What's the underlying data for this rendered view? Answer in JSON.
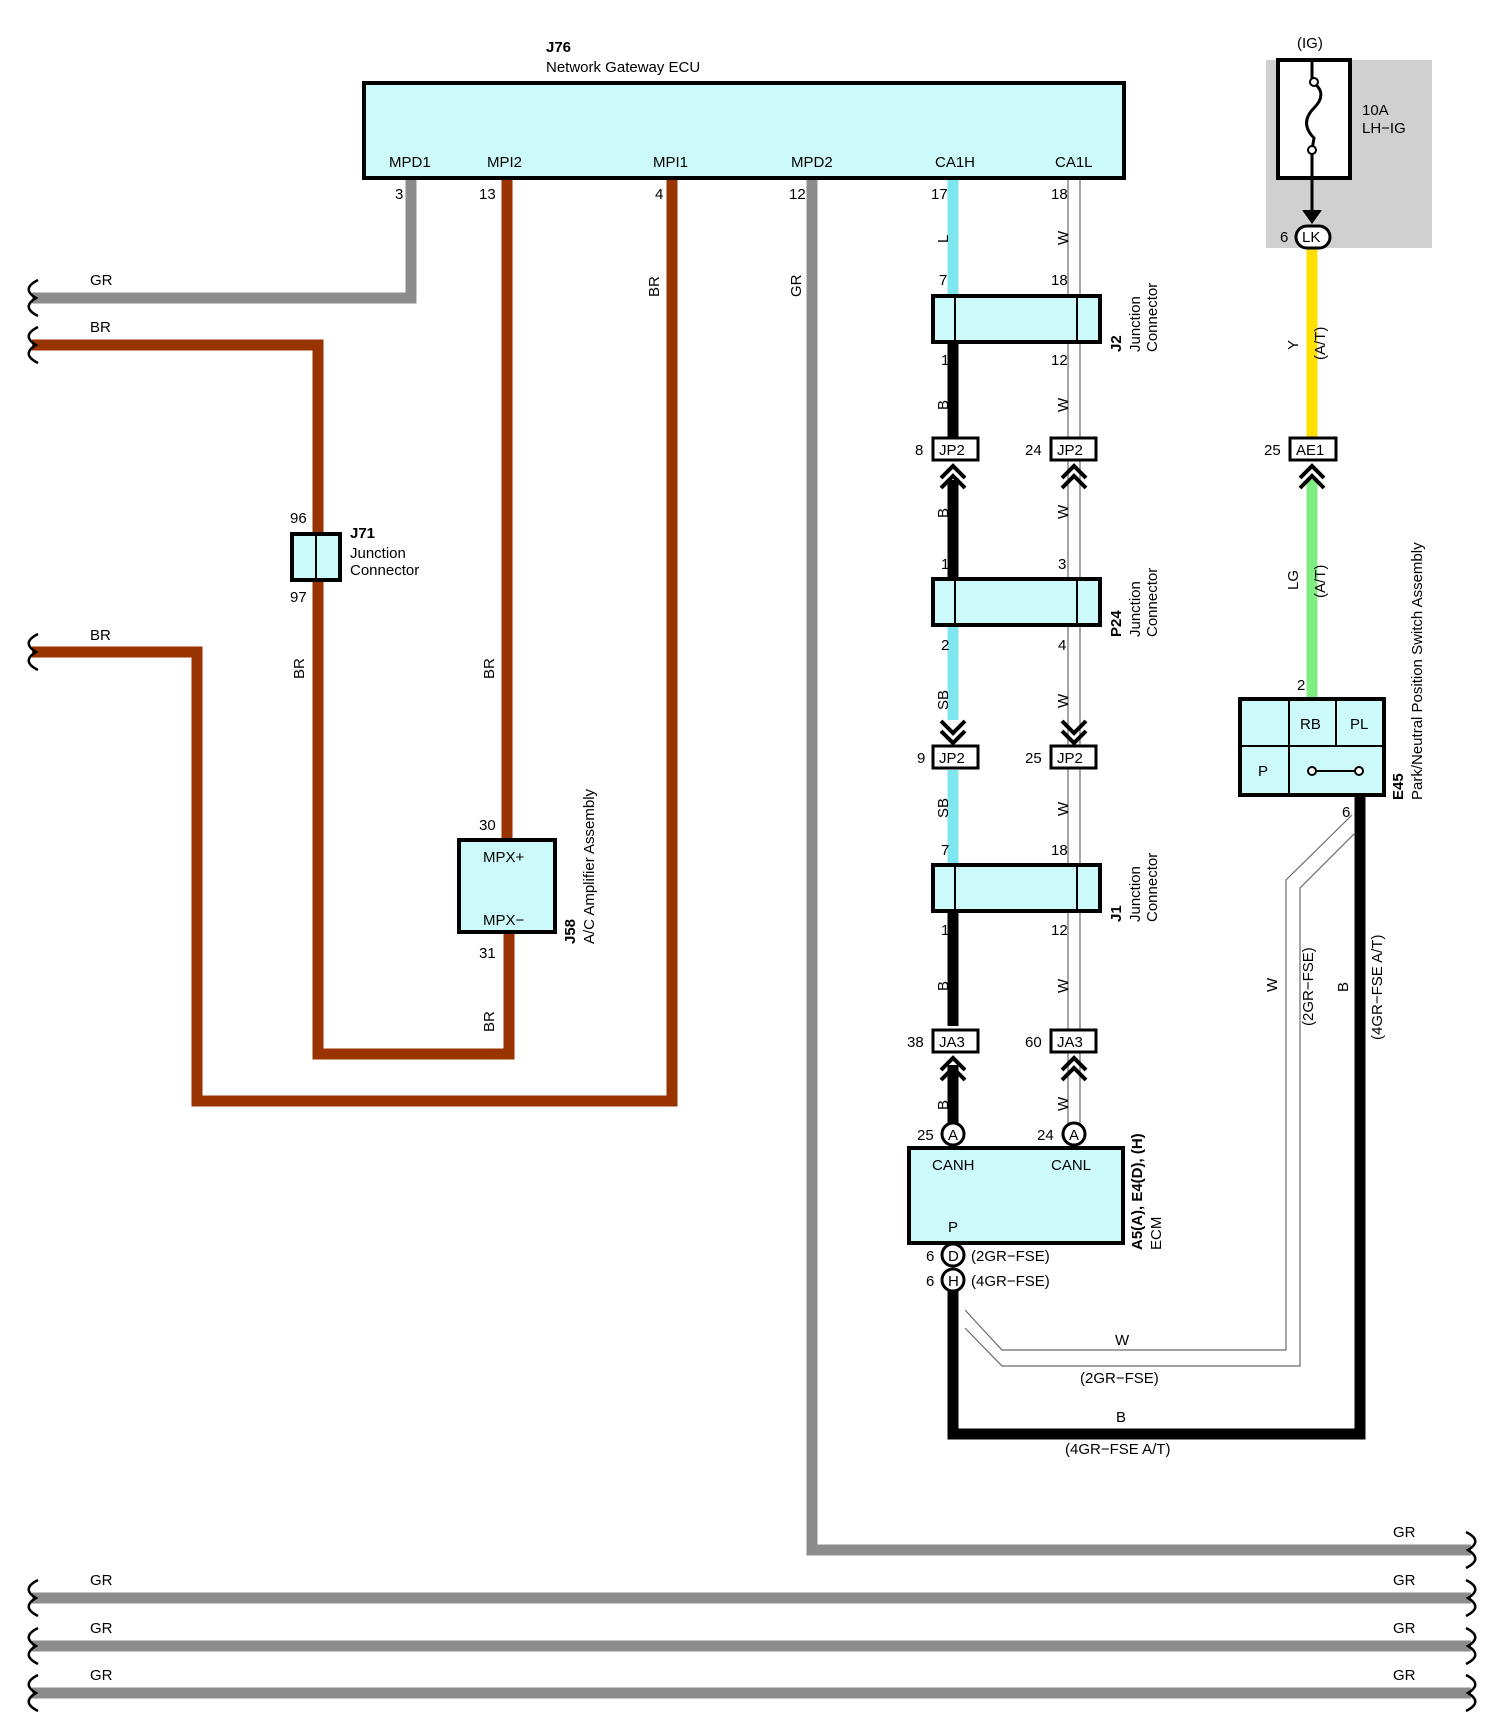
{
  "colors": {
    "gray": "#8c8c8c",
    "brown": "#993300",
    "blue": "#7fe5ee",
    "black": "#000000",
    "white_wire": "#ffffff",
    "yellow": "#ffe000",
    "green": "#80ee80",
    "component_fill": "#ccf9fa",
    "fuse_box_shade": "#d0d0d0"
  },
  "ecu_j76": {
    "id": "J76",
    "name": "Network Gateway ECU",
    "terminals": [
      "MPD1",
      "MPI2",
      "MPI1",
      "MPD2",
      "CA1H",
      "CA1L"
    ],
    "pins": [
      "3",
      "13",
      "4",
      "12",
      "17",
      "18"
    ]
  },
  "fuse": {
    "source": "(IG)",
    "rating": "10A",
    "name": "LH−IG",
    "pin": "6",
    "connector": "LK"
  },
  "j71": {
    "id": "J71",
    "line1": "Junction",
    "line2": "Connector",
    "pin_top": "96",
    "pin_bottom": "97"
  },
  "j58": {
    "id": "J58",
    "name": "A/C Amplifier Assembly",
    "term_top": "MPX+",
    "term_bottom": "MPX−",
    "pin_top": "30",
    "pin_bottom": "31"
  },
  "j2": {
    "id": "J2",
    "line1": "Junction",
    "line2": "Connector",
    "pin_in_l": "7",
    "pin_in_r": "18",
    "pin_out_l": "1",
    "pin_out_r": "12"
  },
  "p24": {
    "id": "P24",
    "line1": "Junction",
    "line2": "Connector",
    "pin_in_l": "1",
    "pin_in_r": "3",
    "pin_out_l": "2",
    "pin_out_r": "4"
  },
  "j1": {
    "id": "J1",
    "line1": "Junction",
    "line2": "Connector",
    "pin_in_l": "7",
    "pin_in_r": "18",
    "pin_out_l": "1",
    "pin_out_r": "12"
  },
  "connectors": {
    "jp2_a": {
      "label": "JP2",
      "pin": "8"
    },
    "jp2_b": {
      "label": "JP2",
      "pin": "24"
    },
    "jp2_c": {
      "label": "JP2",
      "pin": "9"
    },
    "jp2_d": {
      "label": "JP2",
      "pin": "25"
    },
    "ja3_a": {
      "label": "JA3",
      "pin": "38"
    },
    "ja3_b": {
      "label": "JA3",
      "pin": "60"
    },
    "ae1": {
      "label": "AE1",
      "pin": "25"
    }
  },
  "ecm": {
    "id": "A5(A), E4(D), (H)",
    "name": "ECM",
    "term_canh": "CANH",
    "term_canl": "CANL",
    "term_p": "P",
    "pin_canh": "25",
    "pin_canl": "24",
    "conn_a": "A",
    "pin_d": "6",
    "conn_d": "D",
    "note_d": "(2GR−FSE)",
    "pin_h": "6",
    "conn_h": "H",
    "note_h": "(4GR−FSE)"
  },
  "e45": {
    "id": "E45",
    "name": "Park/Neutral Position Switch Assembly",
    "cells": [
      "RB",
      "PL",
      "P"
    ],
    "pin_in": "2",
    "pin_out": "6"
  },
  "wire_codes": {
    "gr": "GR",
    "br": "BR",
    "l": "L",
    "w": "W",
    "b": "B",
    "sb": "SB",
    "y": "Y",
    "lg": "LG",
    "at": "(A/T)",
    "w_2gr": "(2GR−FSE)",
    "b_4gr": "(4GR−FSE A/T)"
  }
}
